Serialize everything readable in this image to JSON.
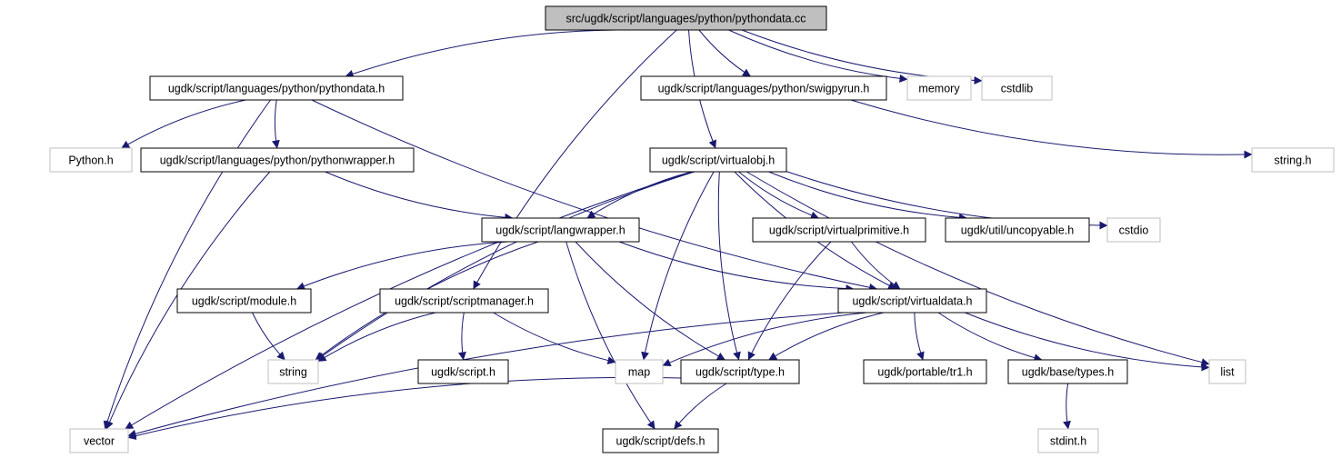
{
  "graph": {
    "colors": {
      "edge": "#191970",
      "border_internal": "#000000",
      "border_external": "#bfbfbf",
      "root_fill": "#bfbfbf",
      "text": "#000000"
    },
    "nodes": [
      {
        "id": "pythondata_cc",
        "label": "src/ugdk/script/languages/python/pythondata.cc",
        "kind": "root"
      },
      {
        "id": "pythondata_h",
        "label": "ugdk/script/languages/python/pythondata.h",
        "kind": "internal"
      },
      {
        "id": "swigpyrun_h",
        "label": "ugdk/script/languages/python/swigpyrun.h",
        "kind": "internal"
      },
      {
        "id": "memory",
        "label": "memory",
        "kind": "external"
      },
      {
        "id": "cstdlib",
        "label": "cstdlib",
        "kind": "external"
      },
      {
        "id": "python_h",
        "label": "Python.h",
        "kind": "external"
      },
      {
        "id": "pythonwrapper_h",
        "label": "ugdk/script/languages/python/pythonwrapper.h",
        "kind": "internal"
      },
      {
        "id": "virtualobj_h",
        "label": "ugdk/script/virtualobj.h",
        "kind": "internal"
      },
      {
        "id": "string_h",
        "label": "string.h",
        "kind": "external"
      },
      {
        "id": "langwrapper_h",
        "label": "ugdk/script/langwrapper.h",
        "kind": "internal"
      },
      {
        "id": "virtualprimitive_h",
        "label": "ugdk/script/virtualprimitive.h",
        "kind": "internal"
      },
      {
        "id": "uncopyable_h",
        "label": "ugdk/util/uncopyable.h",
        "kind": "internal"
      },
      {
        "id": "cstdio",
        "label": "cstdio",
        "kind": "external"
      },
      {
        "id": "module_h",
        "label": "ugdk/script/module.h",
        "kind": "internal"
      },
      {
        "id": "scriptmanager_h",
        "label": "ugdk/script/scriptmanager.h",
        "kind": "internal"
      },
      {
        "id": "virtualdata_h",
        "label": "ugdk/script/virtualdata.h",
        "kind": "internal"
      },
      {
        "id": "string",
        "label": "string",
        "kind": "external"
      },
      {
        "id": "script_h",
        "label": "ugdk/script.h",
        "kind": "internal"
      },
      {
        "id": "map",
        "label": "map",
        "kind": "external"
      },
      {
        "id": "type_h",
        "label": "ugdk/script/type.h",
        "kind": "internal"
      },
      {
        "id": "tr1_h",
        "label": "ugdk/portable/tr1.h",
        "kind": "internal"
      },
      {
        "id": "types_h",
        "label": "ugdk/base/types.h",
        "kind": "internal"
      },
      {
        "id": "list",
        "label": "list",
        "kind": "external"
      },
      {
        "id": "vector",
        "label": "vector",
        "kind": "external"
      },
      {
        "id": "defs_h",
        "label": "ugdk/script/defs.h",
        "kind": "internal"
      },
      {
        "id": "stdint_h",
        "label": "stdint.h",
        "kind": "external"
      }
    ],
    "edges": [
      [
        "pythondata_cc",
        "pythondata_h"
      ],
      [
        "pythondata_cc",
        "swigpyrun_h"
      ],
      [
        "pythondata_cc",
        "memory"
      ],
      [
        "pythondata_cc",
        "cstdlib"
      ],
      [
        "pythondata_cc",
        "virtualobj_h"
      ],
      [
        "pythondata_cc",
        "scriptmanager_h"
      ],
      [
        "pythondata_h",
        "python_h"
      ],
      [
        "pythondata_h",
        "pythonwrapper_h"
      ],
      [
        "pythondata_h",
        "vector"
      ],
      [
        "pythondata_h",
        "virtualdata_h"
      ],
      [
        "swigpyrun_h",
        "string_h"
      ],
      [
        "pythonwrapper_h",
        "langwrapper_h"
      ],
      [
        "pythonwrapper_h",
        "vector"
      ],
      [
        "virtualobj_h",
        "langwrapper_h"
      ],
      [
        "virtualobj_h",
        "virtualprimitive_h"
      ],
      [
        "virtualobj_h",
        "uncopyable_h"
      ],
      [
        "virtualobj_h",
        "cstdio"
      ],
      [
        "virtualobj_h",
        "list"
      ],
      [
        "virtualobj_h",
        "map"
      ],
      [
        "virtualobj_h",
        "type_h"
      ],
      [
        "virtualobj_h",
        "vector"
      ],
      [
        "virtualobj_h",
        "string"
      ],
      [
        "virtualobj_h",
        "virtualdata_h"
      ],
      [
        "langwrapper_h",
        "module_h"
      ],
      [
        "langwrapper_h",
        "string"
      ],
      [
        "langwrapper_h",
        "virtualdata_h"
      ],
      [
        "langwrapper_h",
        "type_h"
      ],
      [
        "langwrapper_h",
        "defs_h"
      ],
      [
        "virtualprimitive_h",
        "virtualdata_h"
      ],
      [
        "virtualprimitive_h",
        "type_h"
      ],
      [
        "module_h",
        "string"
      ],
      [
        "scriptmanager_h",
        "string"
      ],
      [
        "scriptmanager_h",
        "script_h"
      ],
      [
        "scriptmanager_h",
        "map"
      ],
      [
        "virtualdata_h",
        "map"
      ],
      [
        "virtualdata_h",
        "type_h"
      ],
      [
        "virtualdata_h",
        "tr1_h"
      ],
      [
        "virtualdata_h",
        "types_h"
      ],
      [
        "virtualdata_h",
        "list"
      ],
      [
        "virtualdata_h",
        "vector"
      ],
      [
        "type_h",
        "vector"
      ],
      [
        "type_h",
        "defs_h"
      ],
      [
        "types_h",
        "stdint_h"
      ]
    ]
  }
}
